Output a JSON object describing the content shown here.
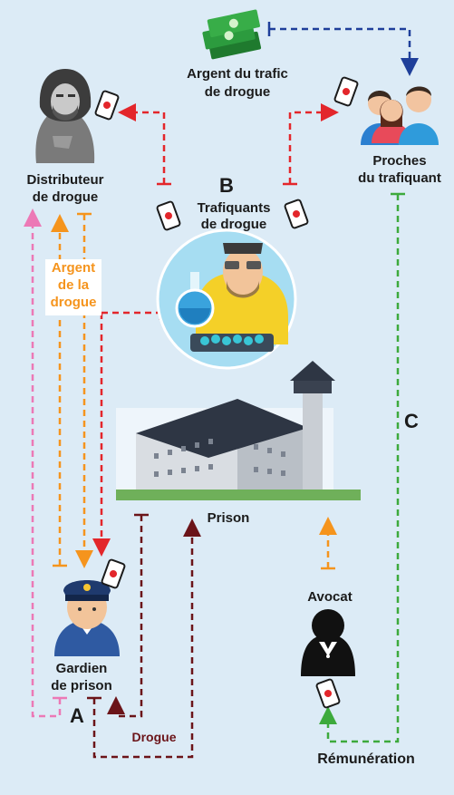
{
  "labels": {
    "money_line1": "Argent du trafic",
    "money_line2": "de drogue",
    "distributor_line1": "Distributeur",
    "distributor_line2": "de drogue",
    "traffickers_line1": "Trafiquants",
    "traffickers_line2": "de drogue",
    "relatives_line1": "Proches",
    "relatives_line2": "du trafiquant",
    "drug_money_line1": "Argent",
    "drug_money_line2": "de la",
    "drug_money_line3": "drogue",
    "prison": "Prison",
    "guard_line1": "Gardien",
    "guard_line2": "de prison",
    "lawyer": "Avocat",
    "drugs": "Drogue",
    "payment": "Rémunération",
    "marker_a": "A",
    "marker_b": "B",
    "marker_c": "C"
  },
  "colors": {
    "background": "#dcebf6",
    "red": "#e3262b",
    "blue": "#1f3f9a",
    "orange": "#f5941d",
    "pink": "#ec79b6",
    "green": "#3daa3c",
    "maroon": "#6b1419"
  },
  "icons": [
    "money-stack-icon",
    "hooded-man-icon",
    "phone-icon",
    "family-icon",
    "chemist-icon",
    "prison-icon",
    "guard-icon",
    "lawyer-icon"
  ]
}
